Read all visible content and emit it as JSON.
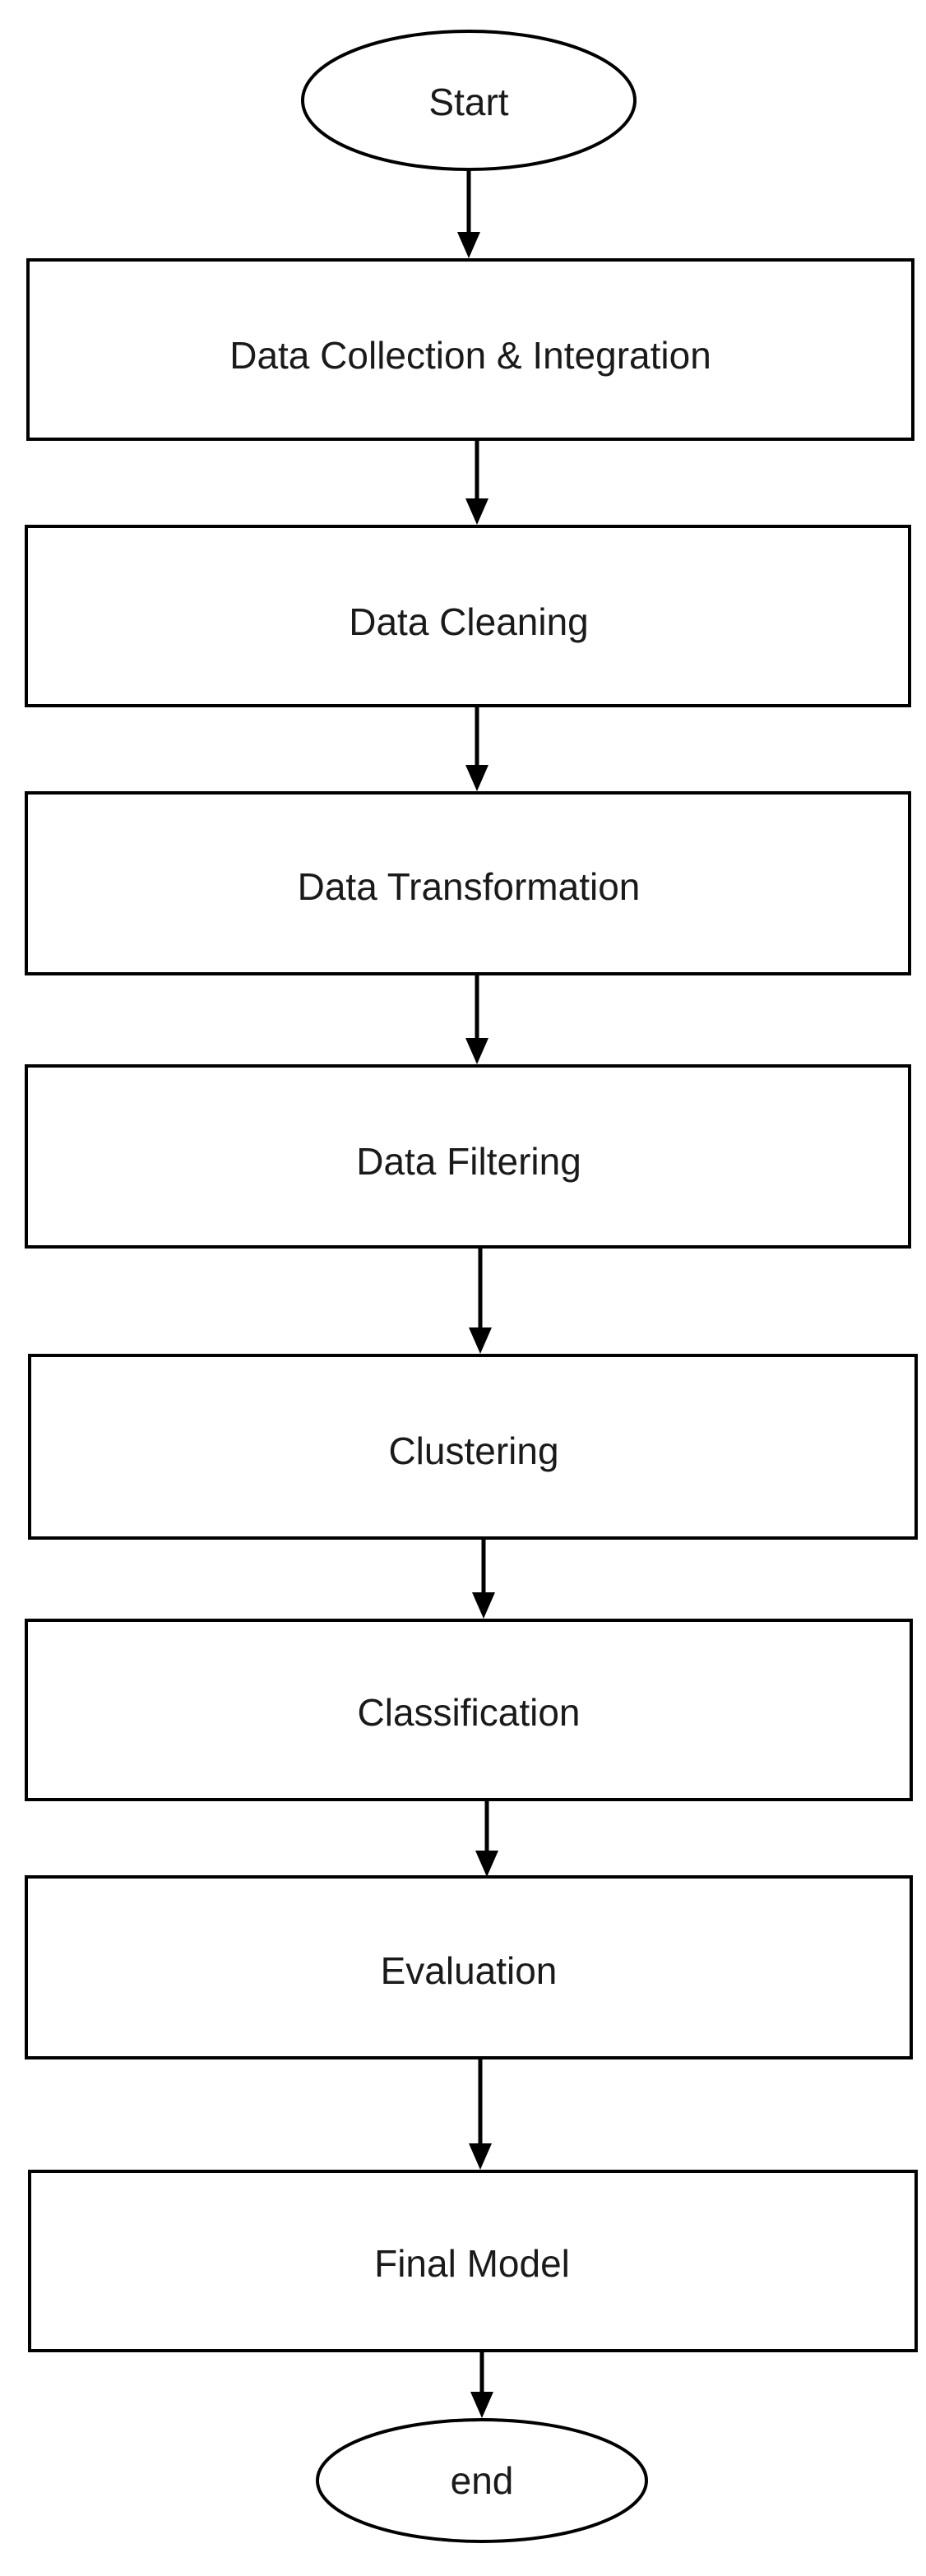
{
  "start": {
    "label": "Start"
  },
  "steps": [
    {
      "label": "Data Collection & Integration"
    },
    {
      "label": "Data Cleaning"
    },
    {
      "label": "Data Transformation"
    },
    {
      "label": "Data Filtering"
    },
    {
      "label": "Clustering"
    },
    {
      "label": "Classification"
    },
    {
      "label": "Evaluation"
    },
    {
      "label": "Final Model"
    }
  ],
  "end": {
    "label": "end"
  }
}
